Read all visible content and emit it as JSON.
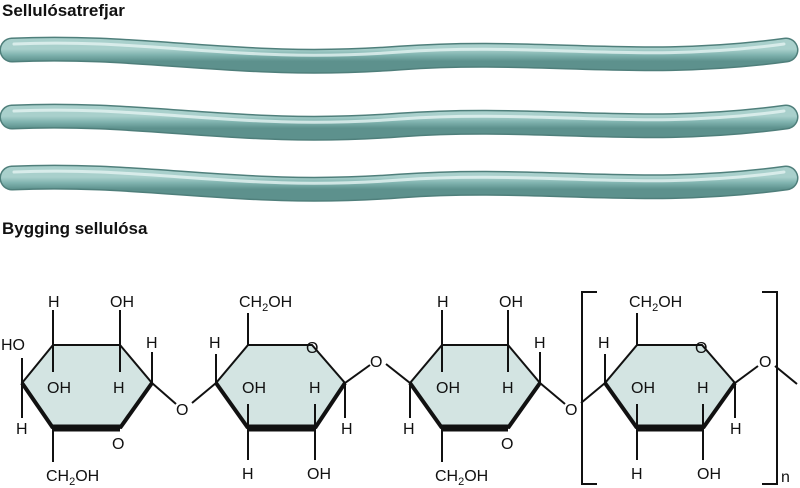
{
  "headings": {
    "fibrils": "Sellulósatrefjar",
    "structure": "Bygging sellulósa"
  },
  "labels": {
    "H": "H",
    "OH": "OH",
    "HO": "HO",
    "O": "O",
    "CH2OH_prefix": "CH",
    "CH2OH_sub": "2",
    "CH2OH_suffix": "OH",
    "n": "n"
  },
  "colors": {
    "fiber_fill": "#7fb2ae",
    "fiber_dark": "#5b8f8b",
    "fiber_highlight": "#dff0ee",
    "ring_fill": "#d3e4e2",
    "bond": "#111111"
  }
}
